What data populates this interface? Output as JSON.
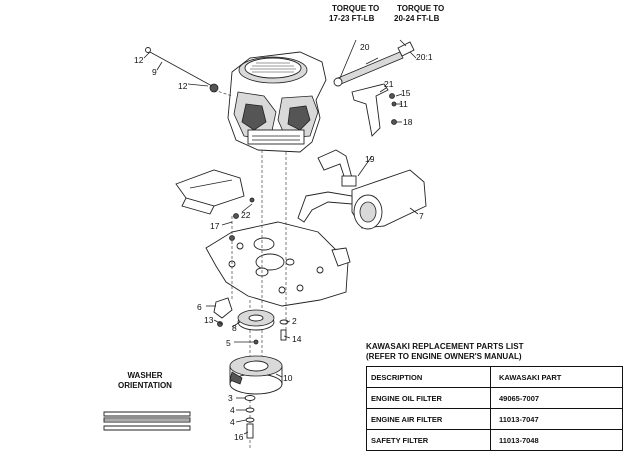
{
  "callouts": {
    "c2": "2",
    "c3": "3",
    "c4a": "4",
    "c4b": "4",
    "c5": "5",
    "c6": "6",
    "c7": "7",
    "c8": "8",
    "c9": "9",
    "c10": "10",
    "c11": "11",
    "c12a": "12",
    "c12b": "12",
    "c13": "13",
    "c14": "14",
    "c15": "15",
    "c16": "16",
    "c17": "17",
    "c18": "18",
    "c19": "19",
    "c20": "20",
    "c21": "21",
    "c22": "22",
    "c20_1": "20:1"
  },
  "torque_notes": {
    "left_line1": "TORQUE TO",
    "left_line2": "17-23 FT-LB",
    "right_line1": "TORQUE TO",
    "right_line2": "20-24 FT-LB"
  },
  "washer": {
    "label_line1": "WASHER",
    "label_line2": "ORIENTATION"
  },
  "parts_list": {
    "title": "KAWASAKI REPLACEMENT PARTS LIST",
    "subtitle": "(REFER TO ENGINE OWNER'S MANUAL)",
    "header": [
      "DESCRIPTION",
      "KAWASAKI PART"
    ],
    "rows": [
      [
        "ENGINE OIL FILTER",
        "49065-7007"
      ],
      [
        "ENGINE AIR FILTER",
        "11013-7047"
      ],
      [
        "SAFETY FILTER",
        "11013-7048"
      ]
    ]
  }
}
